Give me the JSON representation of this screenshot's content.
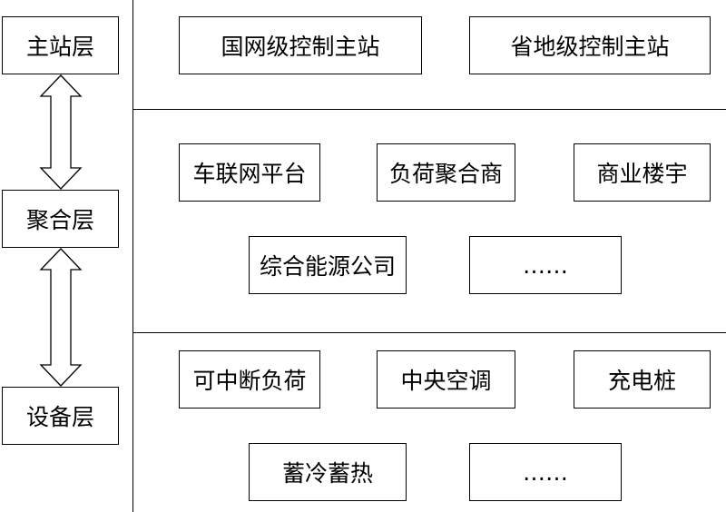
{
  "layers": {
    "master": "主站层",
    "aggregation": "聚合层",
    "device": "设备层"
  },
  "master_row": {
    "items": [
      "国网级控制主站",
      "省地级控制主站"
    ]
  },
  "aggregation_rows": {
    "row1": [
      "车联网平台",
      "负荷聚合商",
      "商业楼宇"
    ],
    "row2": [
      "综合能源公司",
      "……"
    ]
  },
  "device_rows": {
    "row1": [
      "可中断负荷",
      "中央空调",
      "充电桩"
    ],
    "row2": [
      "蓄冷蓄热",
      "……"
    ]
  },
  "colors": {
    "stroke": "#000000",
    "background": "#ffffff"
  }
}
